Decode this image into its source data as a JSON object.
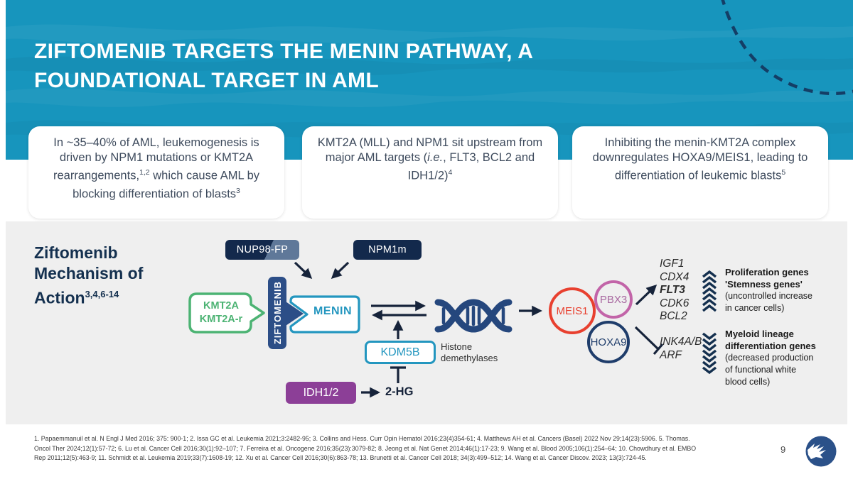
{
  "slide": {
    "title_lines": [
      "ZIFTOMENIB TARGETS THE MENIN PATHWAY, A",
      "FOUNDATIONAL TARGET IN AML"
    ],
    "page_number": "9"
  },
  "callouts": {
    "box1": [
      {
        "t": "In ~35–40% of AML, leukemogenesis is driven by NPM1 mutations or KMT2A rearrangements,"
      },
      {
        "t": "1,2",
        "sup": true
      },
      {
        "t": " which cause AML by blocking differentiation of blasts"
      },
      {
        "t": "3",
        "sup": true
      }
    ],
    "box2": [
      {
        "t": "KMT2A (MLL) and NPM1 sit upstream from major AML targets ("
      },
      {
        "t": "i.e.",
        "i": true
      },
      {
        "t": ", FLT3, BCL2 and IDH1/2)"
      },
      {
        "t": "4",
        "sup": true
      }
    ],
    "box3": [
      {
        "t": "Inhibiting the menin-KMT2A complex downregulates HOXA9/MEIS1, leading to differentiation of leukemic blasts"
      },
      {
        "t": "5",
        "sup": true
      }
    ]
  },
  "diagram": {
    "heading_line1": "Ziftomenib",
    "heading_line2": "Mechanism of",
    "heading_line3": "Action",
    "heading_sup": "3,4,6-14",
    "nodes": {
      "nup98": "NUP98-FP",
      "npm1m": "NPM1m",
      "kmt2a_line1": "KMT2A",
      "kmt2a_line2": "KMT2A-r",
      "ziftomenib": "ZIFTOMENIB",
      "menin": "MENIN",
      "kdm5b": "KDM5B",
      "histone": "Histone demethylases",
      "idh": "IDH1/2",
      "hg": "2-HG",
      "meis1": "MEIS1",
      "pbx3": "PBX3",
      "hoxa9": "HOXA9"
    },
    "genes_up": [
      "IGF1",
      "CDX4",
      "FLT3",
      "CDK6",
      "BCL2"
    ],
    "genes_down": [
      "INK4A/B",
      "ARF"
    ],
    "prolif": {
      "bold1": "Proliferation genes",
      "bold2": "'Stemness genes'",
      "desc1": "(uncontrolled increase",
      "desc2": "in cancer cells)"
    },
    "myeloid": {
      "bold1": "Myeloid lineage",
      "bold2": "differentiation genes",
      "desc1": "(decreased production",
      "desc2": "of functional white",
      "desc3": "blood cells)"
    }
  },
  "footer": {
    "references": [
      "1. Papaemmanuil et al. N Engl J Med 2016; 375: 900-1; 2. Issa GC et al. Leukemia 2021;3:2482-95;  3. Collins and Hess. Curr Opin Hematol 2016;23(4)354-61; 4. Matthews AH et al. Cancers (Basel) 2022 Nov 29;14(23):5906. 5. Thomas.",
      "Oncol Ther 2024;12(1):57-72; 6. Lu et al. Cancer Cell 2016;30(1):92–107; 7. Ferreira et al. Oncogene 2016;35(23):3079-82; 8. Jeong et al. Nat Genet 2014;46(1):17-23; 9. Wang et al. Blood 2005;106(1):254–64; 10. Chowdhury et al. EMBO",
      "Rep 2011;12(5):463-9; 11. Schmidt et al. Leukemia 2019;33(7):1608-19; 12. Xu et al. Cancer Cell 2016;30(6):863-78; 13. Brunetti et al. Cancer Cell 2018; 34(3):499–512; 14. Wang et al. Cancer Discov. 2023; 13(3):724-45."
    ]
  },
  "colors": {
    "teal_header": "#1795BD",
    "navy_dark": "#13294C",
    "navy_mid": "#2C4E87",
    "green": "#4CB373",
    "teal_border": "#2396BF",
    "red": "#E8402F",
    "pink": "#C264A8",
    "navy_circle": "#1F3D6B",
    "purple": "#8C3F97",
    "panel_gray": "#EFEFEF",
    "logo_navy": "#2B5189"
  }
}
